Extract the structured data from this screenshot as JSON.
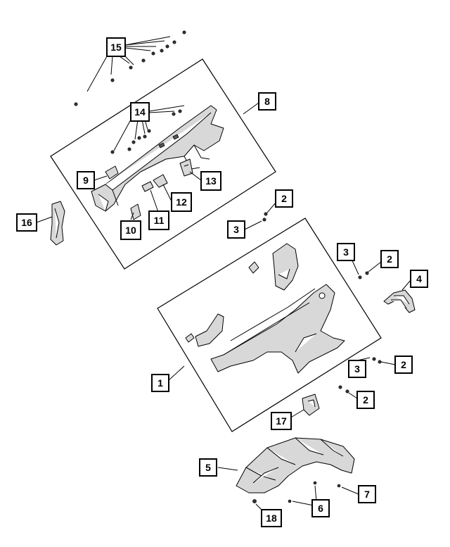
{
  "callouts": {
    "c1": "1",
    "c2a": "2",
    "c2b": "2",
    "c2c": "2",
    "c2d": "2",
    "c3a": "3",
    "c3b": "3",
    "c3c": "3",
    "c4": "4",
    "c5": "5",
    "c6": "6",
    "c7": "7",
    "c8": "8",
    "c9": "9",
    "c10": "10",
    "c11": "11",
    "c12": "12",
    "c13": "13",
    "c14": "14",
    "c15": "15",
    "c16": "16",
    "c17": "17",
    "c18": "18"
  }
}
